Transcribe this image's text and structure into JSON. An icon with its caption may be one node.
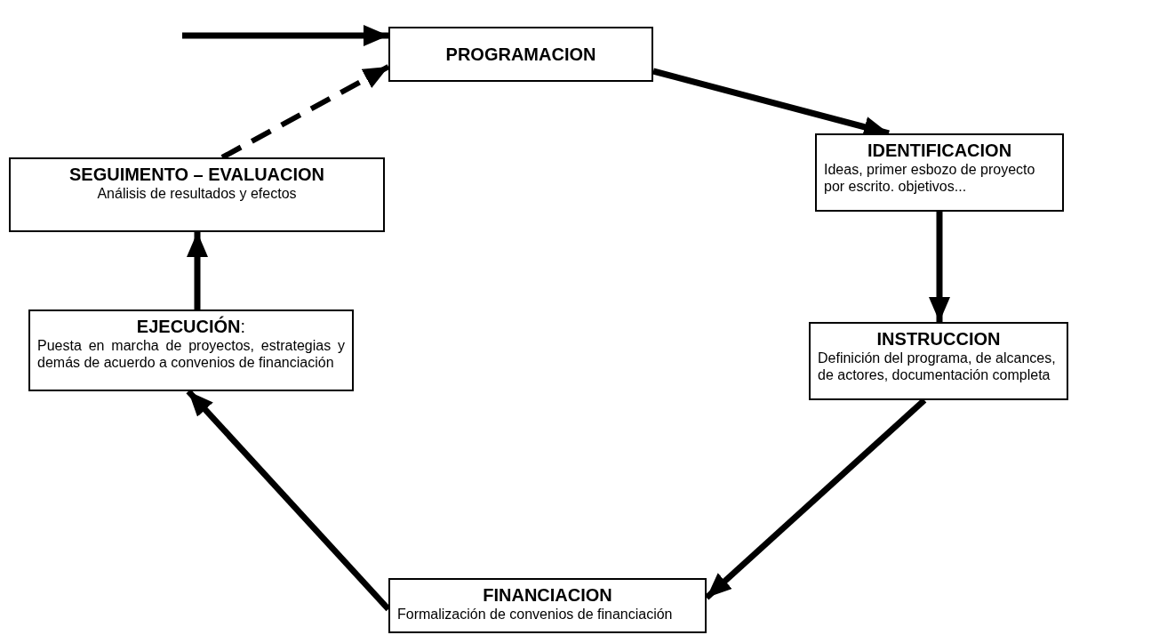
{
  "diagram": {
    "nodes": [
      {
        "text": [
          "PROGRAMACION"
        ]
      },
      {
        "text": [
          "IDENTIFICACION",
          "Ideas, primer esbozo de proyecto por escrito. objetivos..."
        ]
      },
      {
        "text": [
          "INSTRUCCION",
          "Definición del programa, de alcances, de actores, documentación completa"
        ]
      },
      {
        "text": [
          "FINANCIACION",
          "Formalización de convenios de financiación"
        ]
      },
      {
        "text": [
          "**EJECUCIÓN**:",
          "Puesta en marcha de proyectos, estrategias y demás de acuerdo a convenios de financiación"
        ]
      },
      {
        "text": [
          "SEGUIMENTO – EVALUACION",
          "Análisis de resultados y efectos"
        ]
      }
    ],
    "edges": [
      {
        "from": null,
        "to": 0,
        "arrow": "to"
      },
      {
        "from": 0,
        "to": 1,
        "arrow": "to"
      },
      {
        "from": 1,
        "to": 2,
        "arrow": "to"
      },
      {
        "from": 2,
        "to": 3,
        "arrow": "to"
      },
      {
        "from": 3,
        "to": 4,
        "arrow": "to"
      },
      {
        "from": 4,
        "to": 5,
        "arrow": "to"
      },
      {
        "from": 5,
        "to": 0,
        "arrow": "to",
        "style": "dashed"
      }
    ]
  }
}
